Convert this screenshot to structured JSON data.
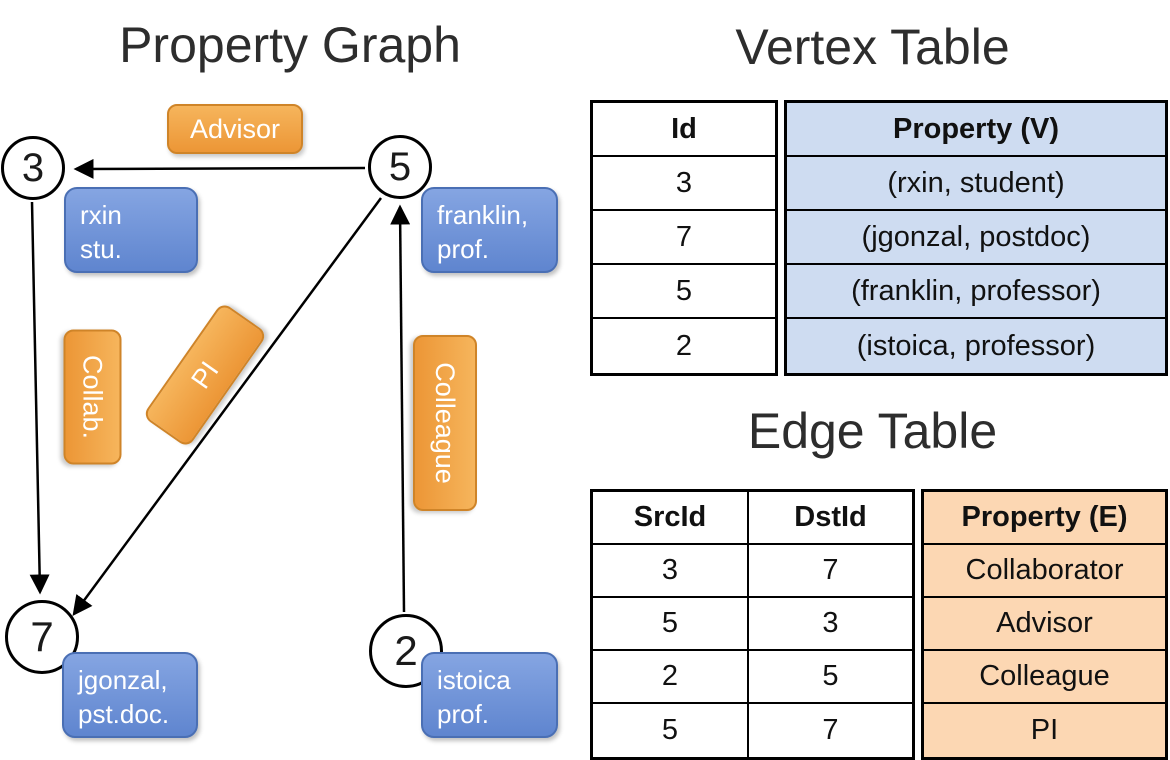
{
  "graph": {
    "title": "Property Graph",
    "nodes": {
      "n3": "3",
      "n5": "5",
      "n7": "7",
      "n2": "2"
    },
    "vertex_labels": {
      "v3": {
        "line1": "rxin",
        "line2": "stu."
      },
      "v5": {
        "line1": "franklin,",
        "line2": "prof."
      },
      "v7": {
        "line1": "jgonzal,",
        "line2": "pst.doc."
      },
      "v2": {
        "line1": "istoica",
        "line2": "prof."
      }
    },
    "edge_labels": {
      "advisor": "Advisor",
      "collab": "Collab.",
      "pi": "PI",
      "colleague": "Colleague"
    }
  },
  "vertex_table": {
    "title": "Vertex Table",
    "col_id": "Id",
    "col_property": "Property (V)",
    "rows": [
      {
        "id": "3",
        "property": "(rxin, student)"
      },
      {
        "id": "7",
        "property": "(jgonzal, postdoc)"
      },
      {
        "id": "5",
        "property": "(franklin, professor)"
      },
      {
        "id": "2",
        "property": "(istoica, professor)"
      }
    ]
  },
  "edge_table": {
    "title": "Edge Table",
    "col_src": "SrcId",
    "col_dst": "DstId",
    "col_property": "Property (E)",
    "rows": [
      {
        "src": "3",
        "dst": "7",
        "property": "Collaborator"
      },
      {
        "src": "5",
        "dst": "3",
        "property": "Advisor"
      },
      {
        "src": "2",
        "dst": "5",
        "property": "Colleague"
      },
      {
        "src": "5",
        "dst": "7",
        "property": "PI"
      }
    ]
  },
  "colors": {
    "edge_label_orange": "#F2A63F",
    "vertex_label_blue": "#6E92D8",
    "vertex_table_blue": "#CEDCF1",
    "edge_table_orange": "#FCD7B3"
  }
}
